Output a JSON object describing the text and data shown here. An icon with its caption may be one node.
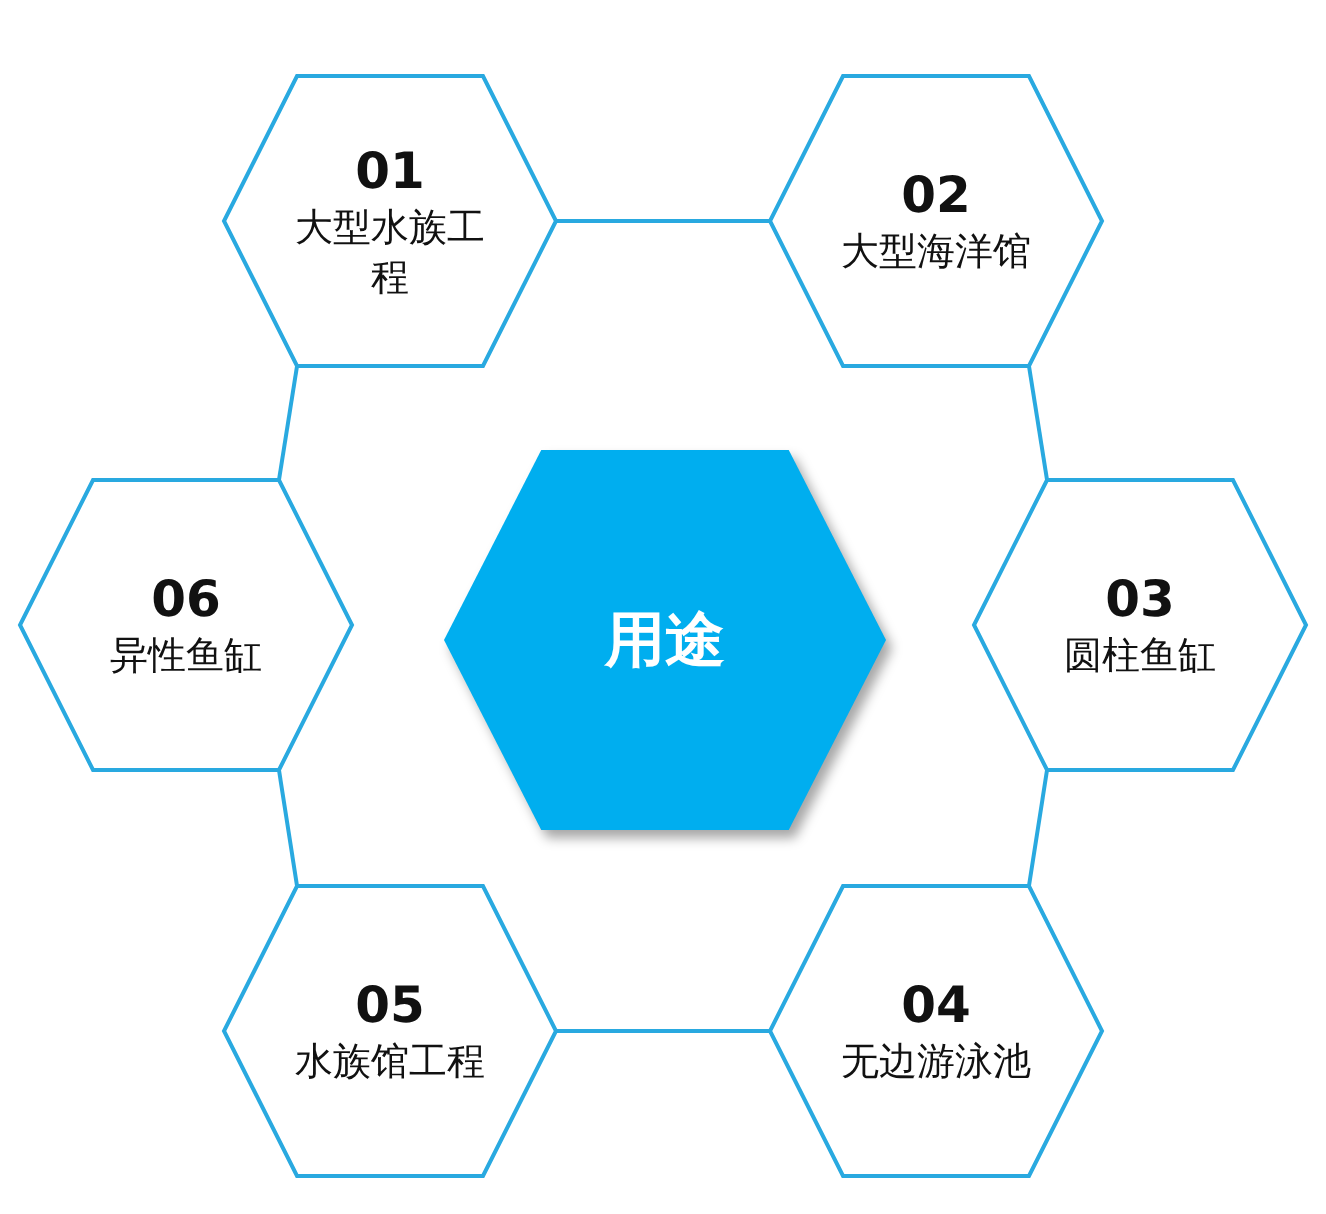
{
  "diagram": {
    "nodes": [
      {
        "text": [
          "01",
          "大型水族工程"
        ]
      },
      {
        "text": [
          "02",
          "大型海洋馆"
        ]
      },
      {
        "text": [
          "06",
          "异性鱼缸"
        ]
      },
      {
        "text": [
          "用途"
        ]
      },
      {
        "text": [
          "03",
          "圆柱鱼缸"
        ]
      },
      {
        "text": [
          "05",
          "水族馆工程"
        ]
      },
      {
        "text": [
          "04",
          "无边游泳池"
        ]
      }
    ],
    "edges": [
      {
        "from": 0,
        "to": 1,
        "arrow": "none"
      },
      {
        "from": 1,
        "to": 4,
        "arrow": "none"
      },
      {
        "from": 4,
        "to": 6,
        "arrow": "none"
      },
      {
        "from": 6,
        "to": 5,
        "arrow": "none"
      },
      {
        "from": 5,
        "to": 2,
        "arrow": "none"
      },
      {
        "from": 2,
        "to": 0,
        "arrow": "none"
      }
    ]
  }
}
